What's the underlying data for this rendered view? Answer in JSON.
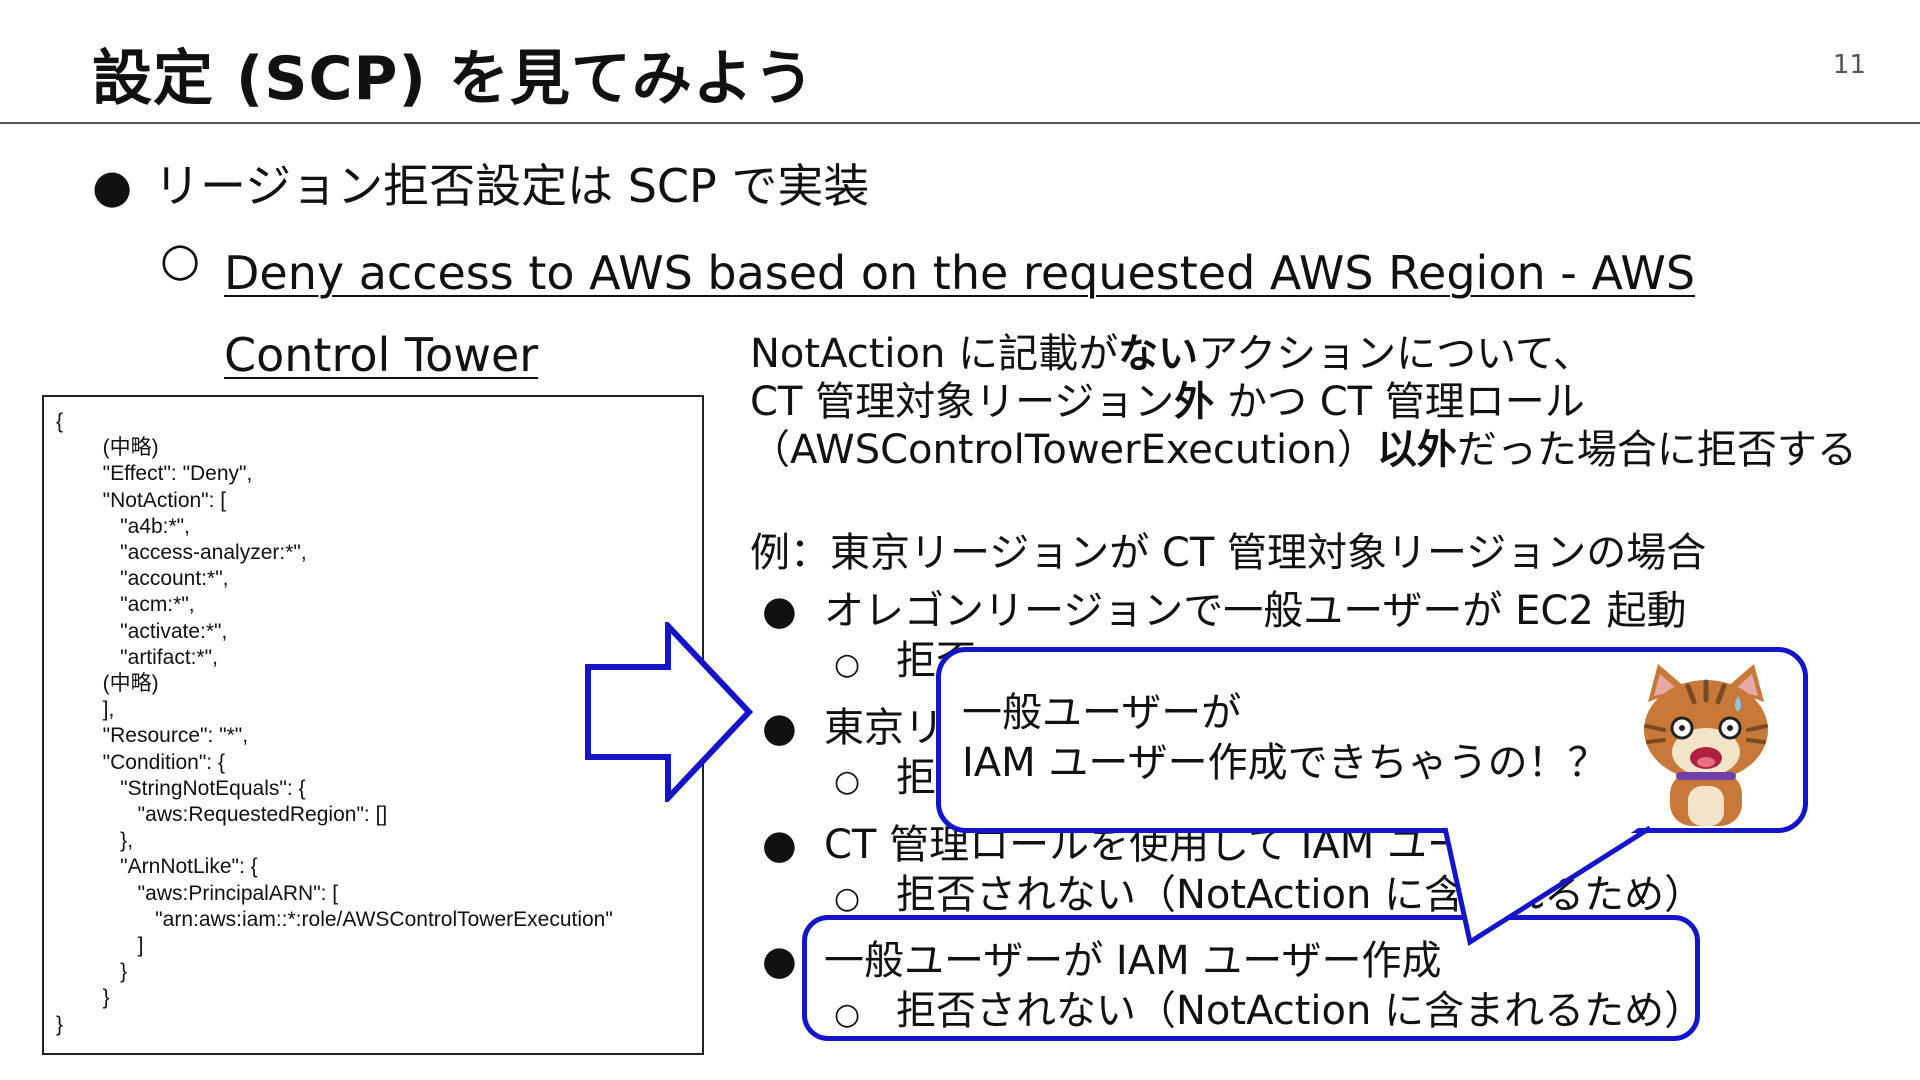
{
  "slide": {
    "title": "設定 (SCP) を見てみよう",
    "page_number": "11"
  },
  "bullets": {
    "level1": "リージョン拒否設定は SCP で実装",
    "level2_link": "Deny access to AWS based on the requested AWS Region - AWS Control Tower",
    "dot_glyph": "●",
    "ring_glyph": "○"
  },
  "code": {
    "text": "{\n        (中略)\n        \"Effect\": \"Deny\",\n        \"NotAction\": [\n           \"a4b:*\",\n           \"access-analyzer:*\",\n           \"account:*\",\n           \"acm:*\",\n           \"activate:*\",\n           \"artifact:*\",\n        (中略)\n        ],\n        \"Resource\": \"*\",\n        \"Condition\": {\n           \"StringNotEquals\": {\n              \"aws:RequestedRegion\": []\n           },\n           \"ArnNotLike\": {\n              \"aws:PrincipalARN\": [\n                 \"arn:aws:iam::*:role/AWSControlTowerExecution\"\n              ]\n           }\n        }\n}"
  },
  "description": {
    "line1_pre": "NotAction に記載が",
    "line1_bold": "ない",
    "line1_post": "アクションについて、",
    "line2_pre": "CT 管理対象リージョン",
    "line2_bold": "外",
    "line2_post": " かつ CT 管理ロール",
    "line3_pre": "（AWSControlTowerExecution）",
    "line3_bold": "以外",
    "line3_post": "だった場合に拒否する"
  },
  "example": {
    "heading": "例：東京リージョンが CT 管理対象リージョンの場合",
    "items": [
      {
        "label": "オレゴンリージョンで一般ユーザーが EC2 起動",
        "sub": "拒否"
      },
      {
        "label": "東京リ",
        "sub": "拒"
      },
      {
        "label": "CT 管理ロールを使用して IAM ユー",
        "sub": "拒否されない（NotAction に含まれるため）"
      },
      {
        "label": "一般ユーザーが IAM ユーザー作成",
        "sub": "拒否されない（NotAction に含まれるため）"
      }
    ]
  },
  "bubble": {
    "line1": "一般ユーザーが",
    "line2": "IAM ユーザー作成できちゃうの！？"
  },
  "colors": {
    "accent_blue": "#1414c8",
    "cat_orange": "#c8793a",
    "cat_dark": "#7a4a22"
  }
}
